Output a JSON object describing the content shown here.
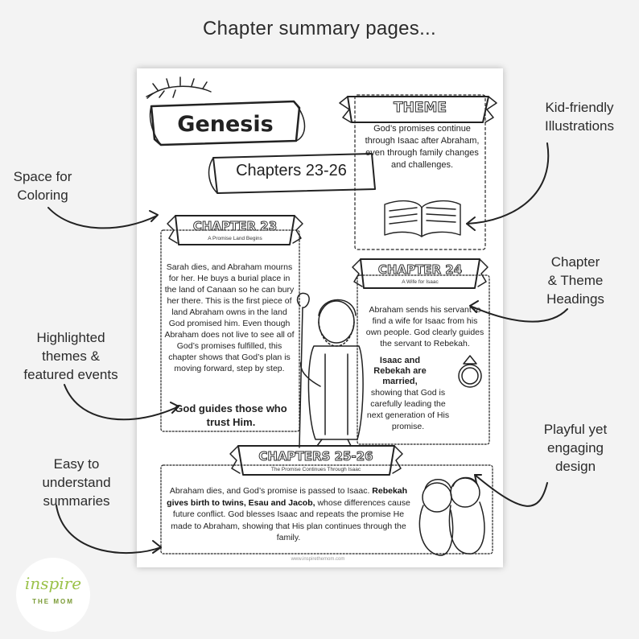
{
  "heading": "Chapter summary pages...",
  "callouts": {
    "space_for_coloring": [
      "Space for",
      "Coloring"
    ],
    "kid_friendly": [
      "Kid-friendly",
      "Illustrations"
    ],
    "chapter_theme": [
      "Chapter",
      "& Theme",
      "Headings"
    ],
    "highlighted": [
      "Highlighted",
      "themes &",
      "featured events"
    ],
    "playful": [
      "Playful yet",
      "engaging",
      "design"
    ],
    "easy": [
      "Easy to",
      "understand",
      "summaries"
    ]
  },
  "worksheet": {
    "book_title": "Genesis",
    "chapters_range": "Chapters 23-26",
    "theme": {
      "title": "THEME",
      "text": "God’s promises continue through Isaac after Abraham, even through family changes and challenges."
    },
    "ch23": {
      "title": "CHAPTER 23",
      "subtitle": "A Promise Land Begins",
      "text": "Sarah dies, and Abraham mourns for her. He buys a burial place in the land of Canaan so he can bury her there. This is the first piece of land Abraham owns in the land God promised him. Even though Abraham does not live to see all of God’s promises fulfilled, this chapter shows that God’s plan is moving forward, step by step.",
      "highlight": "God guides those who trust Him."
    },
    "ch24": {
      "title": "CHAPTER 24",
      "subtitle": "A Wife for Isaac",
      "text1": "Abraham sends his servant to find a wife for Isaac from his own people. God clearly guides the servant to Rebekah.",
      "highlight": "Isaac and Rebekah are married,",
      "text2": "showing that God is carefully leading the next generation of His promise."
    },
    "ch2526": {
      "title": "CHAPTERS 25-26",
      "subtitle": "The Promise Continues Through Isaac",
      "text_a": "Abraham dies, and God’s promise is passed to Isaac.",
      "highlight": "Rebekah gives birth to twins, Esau and Jacob,",
      "text_b": "whose differences cause future conflict. God blesses Isaac and repeats the promise He made to Abraham, showing that His plan continues through the family."
    },
    "footer_url": "www.inspirethemom.com"
  },
  "logo": {
    "word": "inspire",
    "sub": "THE MOM",
    "color": "#9bc24a"
  }
}
